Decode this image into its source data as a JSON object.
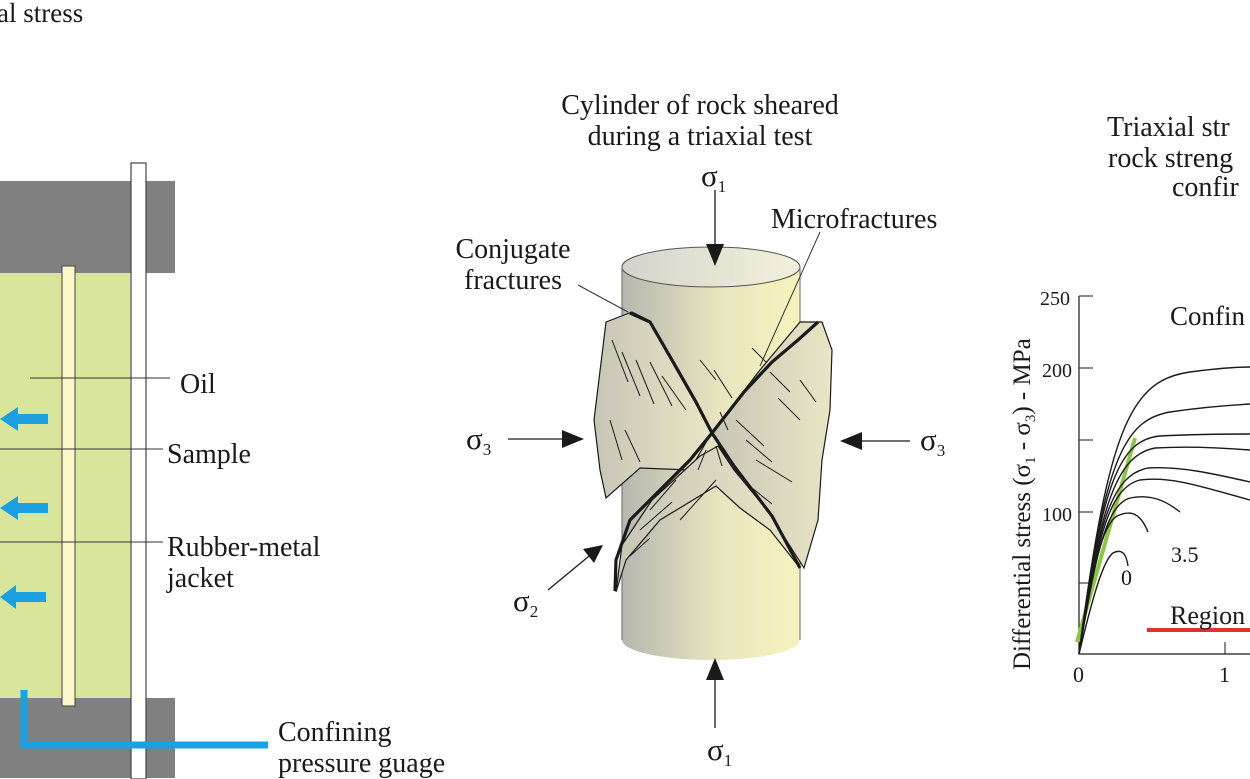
{
  "left_panel": {
    "header": "al stress",
    "labels": {
      "oil": "Oil",
      "sample": "Sample",
      "jacket_line1": "Rubber-metal",
      "jacket_line2": "jacket",
      "gauge_line1": "Confining",
      "gauge_line2": "pressure guage"
    },
    "colors": {
      "platen": "#808080",
      "sample_fill": "#d9e59a",
      "jacket_fill": "#fbf7c8",
      "pressure_arrow": "#1ba1e2"
    }
  },
  "middle_panel": {
    "title_line1": "Cylinder of rock sheared",
    "title_line2": "during a triaxial test",
    "labels": {
      "conjugate_line1": "Conjugate",
      "conjugate_line2": "fractures",
      "microfractures": "Microfractures"
    },
    "stress": {
      "sigma": "σ",
      "sub1": "1",
      "sub2": "2",
      "sub3": "3"
    },
    "colors": {
      "cylinder_top": "#ecebd2",
      "cylinder_body": "#f4f0b8",
      "fragment": "#d4d2bd"
    }
  },
  "right_panel": {
    "title_line1": "Triaxial str",
    "title_line2": "rock streng",
    "title_line3": "confir",
    "series_header": "Confin",
    "region_label": "Region",
    "curve_label_0": "0",
    "curve_label_35": "3.5",
    "colors": {
      "elastic_line": "#8dc63f",
      "region_line": "#e03232"
    }
  },
  "chart_data": {
    "type": "line",
    "ylabel_prefix": "Differential stress (σ",
    "ylabel_sub1": "1",
    "ylabel_mid": " - σ",
    "ylabel_sub3": "3",
    "ylabel_suffix": ") - MPa",
    "y_ticks": [
      "250",
      "200",
      "100"
    ],
    "x_ticks": [
      "0",
      "1"
    ],
    "ylim": [
      0,
      250
    ]
  }
}
